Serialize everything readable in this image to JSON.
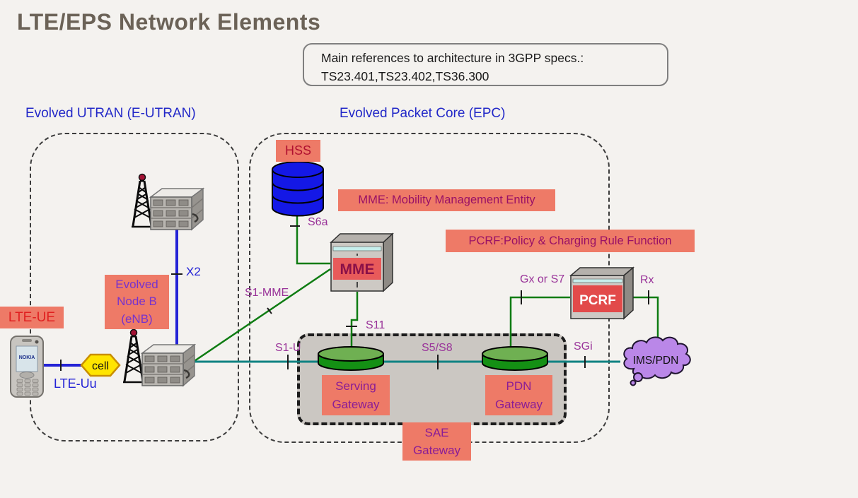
{
  "title": "LTE/EPS Network Elements",
  "reference_box": {
    "line1": "Main references to architecture in 3GPP specs.:",
    "line2": "TS23.401,TS23.402,TS36.300"
  },
  "regions": {
    "eutran": "Evolved UTRAN (E-UTRAN)",
    "epc": "Evolved Packet Core (EPC)"
  },
  "nodes": {
    "lte_ue": "LTE-UE",
    "phone_brand": "NOKIA",
    "cell": "cell",
    "enb_line1": "Evolved",
    "enb_line2": "Node B",
    "enb_line3": "(eNB)",
    "hss": "HSS",
    "mme": "MME",
    "pcrf": "PCRF",
    "sgw_line1": "Serving",
    "sgw_line2": "Gateway",
    "pgw_line1": "PDN",
    "pgw_line2": "Gateway",
    "sae_line1": "SAE",
    "sae_line2": "Gateway",
    "ims_pdn": "IMS/PDN"
  },
  "annotations": {
    "mme_desc": "MME: Mobility Management Entity",
    "pcrf_desc": "PCRF:Policy & Charging Rule Function"
  },
  "interfaces": {
    "lte_uu": "LTE-Uu",
    "x2": "X2",
    "s6a": "S6a",
    "s1_mme": "S1-MME",
    "s11": "S11",
    "s1_u": "S1-U",
    "s5_s8": "S5/S8",
    "sgi": "SGi",
    "gx_or_s7": "Gx or S7",
    "rx": "Rx"
  },
  "colors": {
    "label_bg_salmon": "#ee7a67",
    "region_title_blue": "#2228c8",
    "interface_purple": "#993399",
    "blue_link": "#2423d6",
    "green_link": "#0e7c12",
    "teal_link": "#0f8282",
    "hss_cylinder_blue": "#1418e6",
    "gateway_green": "#149014",
    "cloud_purple": "#ba87e8",
    "cell_yellow": "#ffe500"
  }
}
